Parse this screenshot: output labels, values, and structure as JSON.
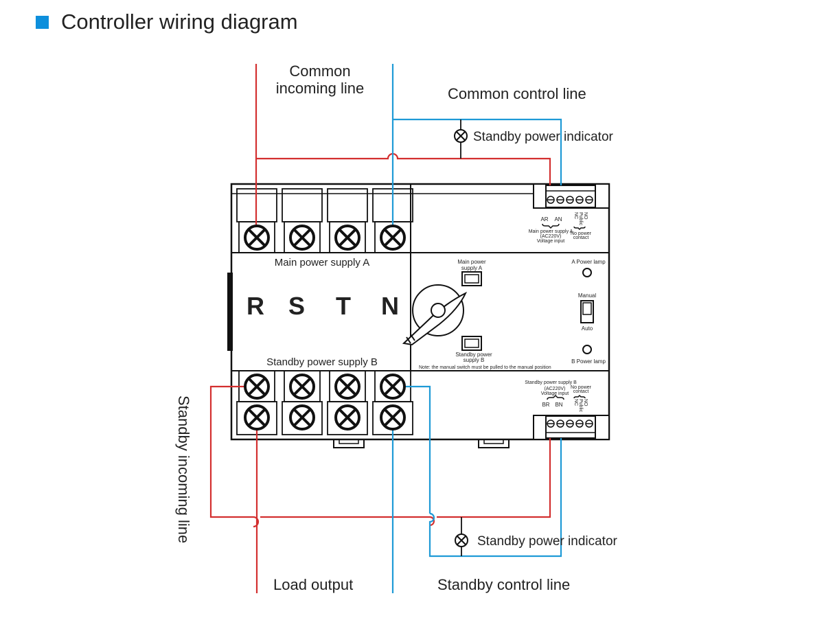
{
  "title": "Controller wiring diagram",
  "colors": {
    "accent": "#0d8fdc",
    "live_wire": "#d32f2f",
    "neutral_wire": "#1e9ad6",
    "device_line": "#111111"
  },
  "labels": {
    "common_incoming_line_1": "Common",
    "common_incoming_line_2": "incoming line",
    "common_control_line": "Common control line",
    "standby_indicator_top": "Standby power indicator",
    "standby_indicator_bottom": "Standby power indicator",
    "standby_incoming_line": "Standby incoming line",
    "load_output": "Load output",
    "standby_control_line": "Standby control line"
  },
  "device": {
    "main_supply_label": "Main power supply A",
    "standby_supply_label": "Standby power supply B",
    "phases": [
      "R",
      "S",
      "T",
      "N"
    ],
    "top_terminal_block": {
      "terminals": [
        "AR",
        "AN",
        "NC",
        "Public",
        "NO"
      ],
      "ar": "AR",
      "an": "AN",
      "nc": "NC",
      "public": "Public",
      "no": "NO",
      "supply_label": "Main power supply A",
      "voltage": "(AC220V)",
      "voltage_input": "Voltage input",
      "contact_1": "No power",
      "contact_2": "contact"
    },
    "bottom_terminal_block": {
      "br": "BR",
      "bn": "BN",
      "nc": "NC",
      "public": "Public",
      "no": "NO",
      "supply_label": "Standby power supply B",
      "voltage": "(AC220V)",
      "voltage_input": "Voltage input",
      "contact_1": "No power",
      "contact_2": "contact"
    },
    "button_a_1": "Main power",
    "button_a_2": "supply A",
    "button_b_1": "Standby power",
    "button_b_2": "supply B",
    "note": "Note: the manual switch must be pulled to the manual position",
    "lamp_a": "A Power lamp",
    "lamp_b": "B Power lamp",
    "switch_manual": "Manual",
    "switch_auto": "Auto"
  }
}
